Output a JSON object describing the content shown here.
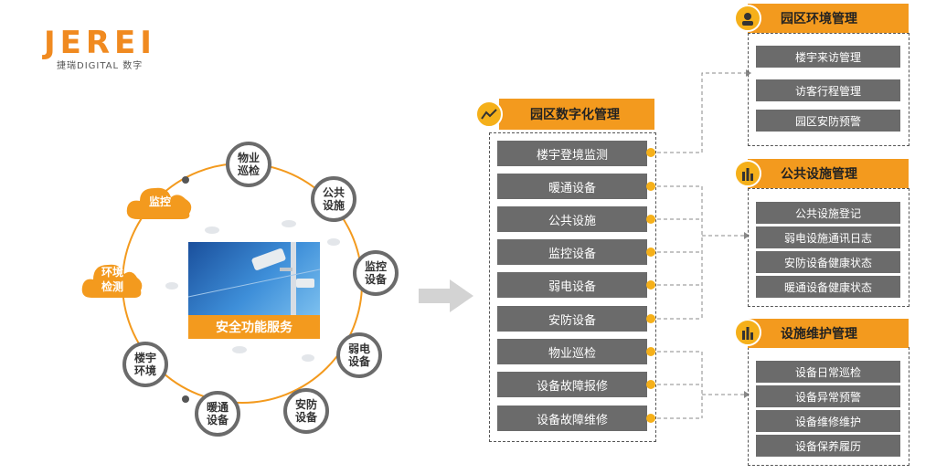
{
  "logo": {
    "brand": "JEREI",
    "sub": "捷瑞DIGITAL 数字"
  },
  "ring": {
    "center_title": "安全功能服务",
    "clouds": {
      "monitor": "监控",
      "env_detect": "环境\n检测"
    },
    "nodes": {
      "patrol": "物业\n巡检",
      "public": "公共\n设施",
      "monitor": "监控\n设备",
      "weak": "弱电\n设备",
      "security": "安防\n设备",
      "hvac": "暖通\n设备",
      "building": "楼宇\n环境"
    }
  },
  "middle": {
    "title": "园区数字化管理",
    "items": [
      "楼宇登境监测",
      "暖通设备",
      "公共设施",
      "监控设备",
      "弱电设备",
      "安防设备",
      "物业巡检",
      "设备故障报修",
      "设备故障维修"
    ]
  },
  "right": {
    "env": {
      "title": "园区环境管理",
      "items": [
        "楼宇来访管理",
        "访客行程管理",
        "园区安防预警"
      ]
    },
    "public": {
      "title": "公共设施管理",
      "items": [
        "公共设施登记",
        "弱电设施通讯日志",
        "安防设备健康状态",
        "暖通设备健康状态"
      ]
    },
    "maint": {
      "title": "设施维护管理",
      "items": [
        "设备日常巡检",
        "设备异常预警",
        "设备维修维护",
        "设备保养履历"
      ]
    }
  },
  "colors": {
    "accent": "#f39a1e",
    "gray": "#6b6b6b",
    "cloud": "#f39a1e"
  }
}
